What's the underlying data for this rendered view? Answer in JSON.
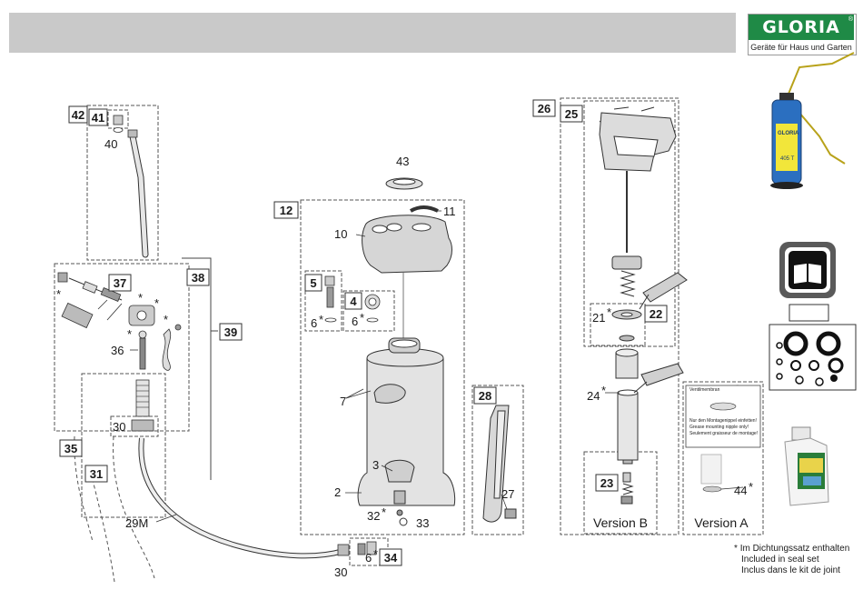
{
  "brand": {
    "name": "GLORIA",
    "registered": "®",
    "tagline": "Geräte für Haus und Garten"
  },
  "part_numbers": {
    "p2": "2",
    "p3": "3",
    "p5": "5",
    "p4": "4",
    "p6a": "6",
    "p6b": "6",
    "p6c": "6",
    "p7": "7",
    "p10": "10",
    "p11": "11",
    "p12": "12",
    "p21": "21",
    "p22": "22",
    "p23": "23",
    "p24": "24",
    "p25": "25",
    "p26": "26",
    "p27": "27",
    "p28": "28",
    "p29m": "29M",
    "p30a": "30",
    "p30b": "30",
    "p31": "31",
    "p32": "32",
    "p33": "33",
    "p34": "34",
    "p35": "35",
    "p36": "36",
    "p37": "37",
    "p38": "38",
    "p39": "39",
    "p40": "40",
    "p41": "41",
    "p42": "42",
    "p43": "43",
    "p44": "44"
  },
  "star": "*",
  "versions": {
    "a": "Version A",
    "b": "Version B"
  },
  "sprayer_label": {
    "brand": "GLORIA",
    "model": "405 T"
  },
  "valve_card": {
    "title": "Ventilmembran",
    "line1": "Nur den Montagenippel einfetten!",
    "line2": "Grease mounting nipple only!",
    "line3": "Seulement graisseur de montage!"
  },
  "footnote": {
    "star": "*",
    "de": "Im Dichtungssatz enthalten",
    "en": "Included in seal set",
    "fr": "Inclus dans le kit de joint"
  },
  "colors": {
    "brand_green": "#1f8a46",
    "tank_yellow": "#f2e63a",
    "tank_blue": "#2b6fc0",
    "header_gray": "#c9c9c9"
  }
}
